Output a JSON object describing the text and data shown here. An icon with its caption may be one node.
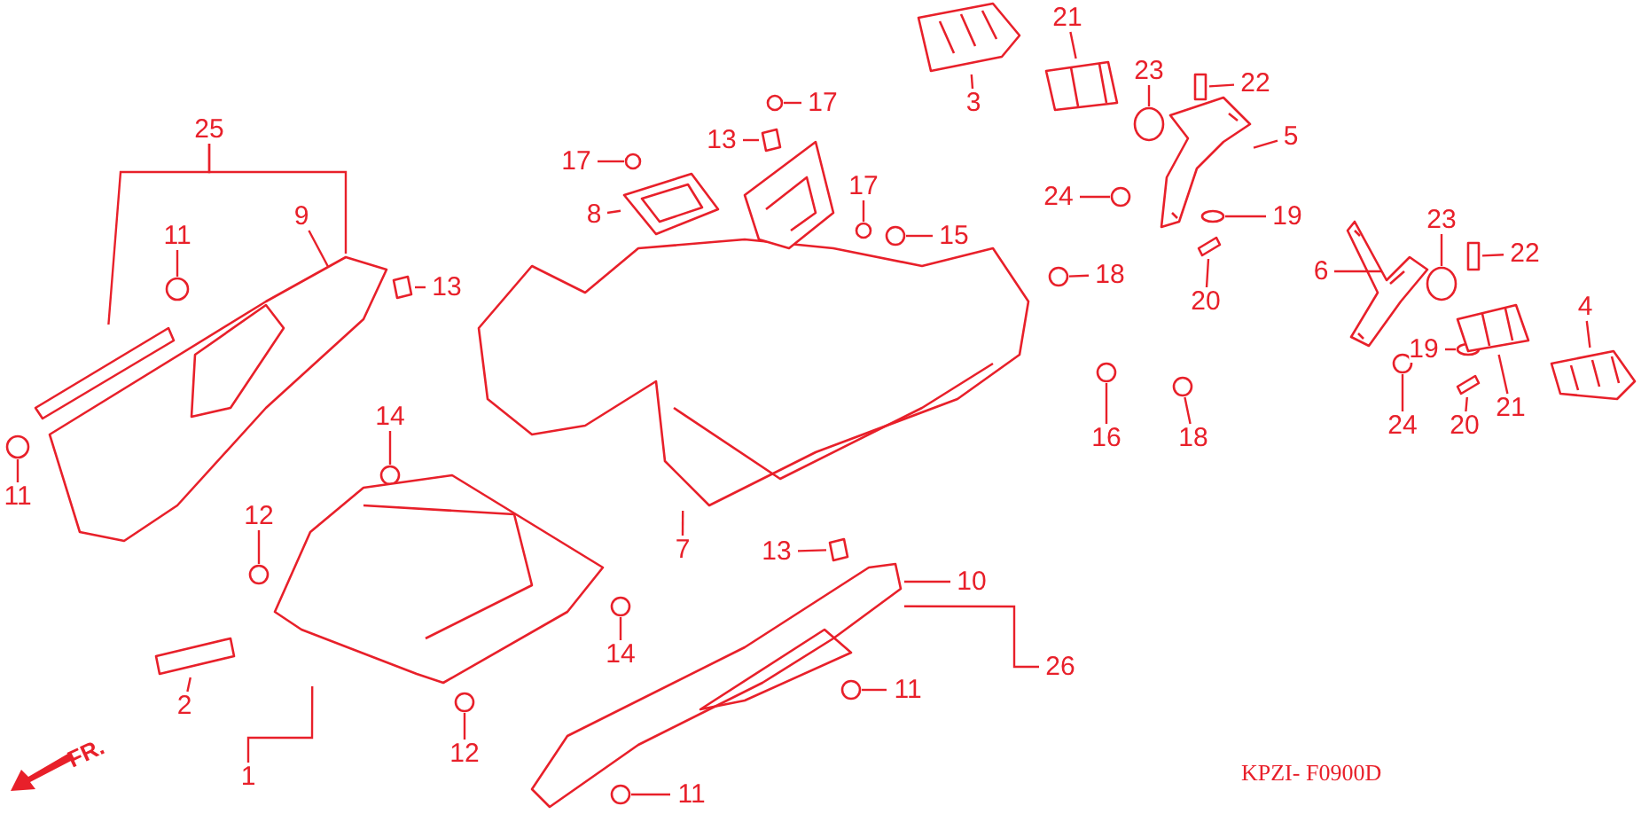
{
  "diagram": {
    "nodes": [
      {
        "text": [
          "25"
        ]
      },
      {
        "text": [
          "17"
        ]
      },
      {
        "text": [
          "21"
        ]
      },
      {
        "text": [
          "3"
        ]
      },
      {
        "text": [
          "23"
        ]
      },
      {
        "text": [
          "22"
        ]
      },
      {
        "text": [
          "13"
        ]
      },
      {
        "text": [
          "17"
        ]
      },
      {
        "text": [
          "5"
        ]
      },
      {
        "text": [
          "11"
        ]
      },
      {
        "text": [
          "9"
        ]
      },
      {
        "text": [
          "8"
        ]
      },
      {
        "text": [
          "17"
        ]
      },
      {
        "text": [
          "24"
        ]
      },
      {
        "text": [
          "19"
        ]
      },
      {
        "text": [
          "15"
        ]
      },
      {
        "text": [
          "13"
        ]
      },
      {
        "text": [
          "18"
        ]
      },
      {
        "text": [
          "6"
        ]
      },
      {
        "text": [
          "23"
        ]
      },
      {
        "text": [
          "22"
        ]
      },
      {
        "text": [
          "20"
        ]
      },
      {
        "text": [
          "4"
        ]
      },
      {
        "text": [
          "19"
        ]
      },
      {
        "text": [
          "14"
        ]
      },
      {
        "text": [
          "18"
        ]
      },
      {
        "text": [
          "16"
        ]
      },
      {
        "text": [
          "24"
        ]
      },
      {
        "text": [
          "20"
        ]
      },
      {
        "text": [
          "21"
        ]
      },
      {
        "text": [
          "11"
        ]
      },
      {
        "text": [
          "12"
        ]
      },
      {
        "text": [
          "7"
        ]
      },
      {
        "text": [
          "13"
        ]
      },
      {
        "text": [
          "10"
        ]
      },
      {
        "text": [
          "14"
        ]
      },
      {
        "text": [
          "26"
        ]
      },
      {
        "text": [
          "11"
        ]
      },
      {
        "text": [
          "2"
        ]
      },
      {
        "text": [
          "12"
        ]
      },
      {
        "text": [
          "1"
        ]
      },
      {
        "text": [
          "11"
        ]
      },
      {
        "text": [],
        "shape": "picture"
      },
      {
        "text": [],
        "shape": "box"
      },
      {
        "text": [],
        "shape": "circle"
      },
      {
        "text": [],
        "shape": "circle"
      },
      {
        "text": [],
        "shape": "box"
      },
      {
        "text": [],
        "shape": "picture"
      },
      {
        "text": [],
        "shape": "picture"
      },
      {
        "text": [],
        "shape": "picture"
      },
      {
        "text": [],
        "shape": "circle"
      },
      {
        "text": [],
        "shape": "circle"
      },
      {
        "text": [],
        "shape": "circle"
      },
      {
        "text": [],
        "shape": "box"
      },
      {
        "text": [],
        "shape": "circle"
      },
      {
        "text": [],
        "shape": "picture"
      },
      {
        "text": [],
        "shape": "picture"
      },
      {
        "text": [],
        "shape": "circle"
      },
      {
        "text": [],
        "shape": "box"
      },
      {
        "text": [],
        "shape": "picture"
      },
      {
        "text": [],
        "shape": "circle"
      },
      {
        "text": [],
        "shape": "circle"
      },
      {
        "text": [],
        "shape": "box"
      },
      {
        "text": [],
        "shape": "circle"
      },
      {
        "text": [],
        "shape": "circle"
      },
      {
        "text": [],
        "shape": "circle"
      },
      {
        "text": [],
        "shape": "picture"
      },
      {
        "text": [],
        "shape": "circle"
      },
      {
        "text": [],
        "shape": "box"
      },
      {
        "text": [],
        "shape": "circle"
      },
      {
        "text": [],
        "shape": "picture"
      },
      {
        "text": [],
        "shape": "picture"
      },
      {
        "text": [],
        "shape": "circle"
      },
      {
        "text": [],
        "shape": "box"
      },
      {
        "text": [],
        "shape": "circle"
      },
      {
        "text": [],
        "shape": "picture"
      },
      {
        "text": [],
        "shape": "circle"
      },
      {
        "text": [],
        "shape": "circle"
      },
      {
        "text": [],
        "shape": "box"
      },
      {
        "text": [],
        "shape": "picture"
      },
      {
        "text": [],
        "shape": "box"
      },
      {
        "text": [],
        "shape": "circle"
      },
      {
        "text": [],
        "shape": "circle"
      },
      {
        "text": [],
        "shape": "circle"
      }
    ],
    "edges": [
      {
        "from": 0,
        "to": 43,
        "arrow": "none"
      },
      {
        "from": 1,
        "to": 50,
        "arrow": "none"
      },
      {
        "from": 2,
        "to": 56,
        "arrow": "none"
      },
      {
        "from": 3,
        "to": 55,
        "arrow": "none"
      },
      {
        "from": 4,
        "to": 57,
        "arrow": "none"
      },
      {
        "from": 5,
        "to": 58,
        "arrow": "none"
      },
      {
        "from": 6,
        "to": 53,
        "arrow": "none"
      },
      {
        "from": 7,
        "to": 51,
        "arrow": "none"
      },
      {
        "from": 8,
        "to": 59,
        "arrow": "none"
      },
      {
        "from": 9,
        "to": 44,
        "arrow": "none"
      },
      {
        "from": 10,
        "to": 42,
        "arrow": "none"
      },
      {
        "from": 11,
        "to": 49,
        "arrow": "none"
      },
      {
        "from": 12,
        "to": 52,
        "arrow": "none"
      },
      {
        "from": 13,
        "to": 60,
        "arrow": "none"
      },
      {
        "from": 14,
        "to": 61,
        "arrow": "none"
      },
      {
        "from": 15,
        "to": 54,
        "arrow": "none"
      },
      {
        "from": 16,
        "to": 46,
        "arrow": "none"
      },
      {
        "from": 17,
        "to": 63,
        "arrow": "none"
      },
      {
        "from": 18,
        "to": 66,
        "arrow": "none"
      },
      {
        "from": 19,
        "to": 67,
        "arrow": "none"
      },
      {
        "from": 20,
        "to": 68,
        "arrow": "none"
      },
      {
        "from": 21,
        "to": 62,
        "arrow": "none"
      },
      {
        "from": 22,
        "to": 71,
        "arrow": "none"
      },
      {
        "from": 23,
        "to": 69,
        "arrow": "none"
      },
      {
        "from": 24,
        "to": 74,
        "arrow": "none"
      },
      {
        "from": 25,
        "to": 64,
        "arrow": "none"
      },
      {
        "from": 26,
        "to": 65,
        "arrow": "none"
      },
      {
        "from": 27,
        "to": 72,
        "arrow": "none"
      },
      {
        "from": 28,
        "to": 73,
        "arrow": "none"
      },
      {
        "from": 29,
        "to": 70,
        "arrow": "none"
      },
      {
        "from": 30,
        "to": 45,
        "arrow": "none"
      },
      {
        "from": 31,
        "to": 76,
        "arrow": "none"
      },
      {
        "from": 32,
        "to": 47,
        "arrow": "none"
      },
      {
        "from": 33,
        "to": 78,
        "arrow": "none"
      },
      {
        "from": 34,
        "to": 79,
        "arrow": "none"
      },
      {
        "from": 35,
        "to": 77,
        "arrow": "none"
      },
      {
        "from": 36,
        "to": 79,
        "arrow": "none"
      },
      {
        "from": 37,
        "to": 82,
        "arrow": "none"
      },
      {
        "from": 38,
        "to": 80,
        "arrow": "none"
      },
      {
        "from": 39,
        "to": 81,
        "arrow": "none"
      },
      {
        "from": 40,
        "to": 75,
        "arrow": "none"
      },
      {
        "from": 41,
        "to": 83,
        "arrow": "none"
      },
      {
        "from": 0,
        "to": 42,
        "arrow": "none"
      }
    ],
    "labels": [
      "FR.",
      "KPZI- F0900D"
    ]
  }
}
